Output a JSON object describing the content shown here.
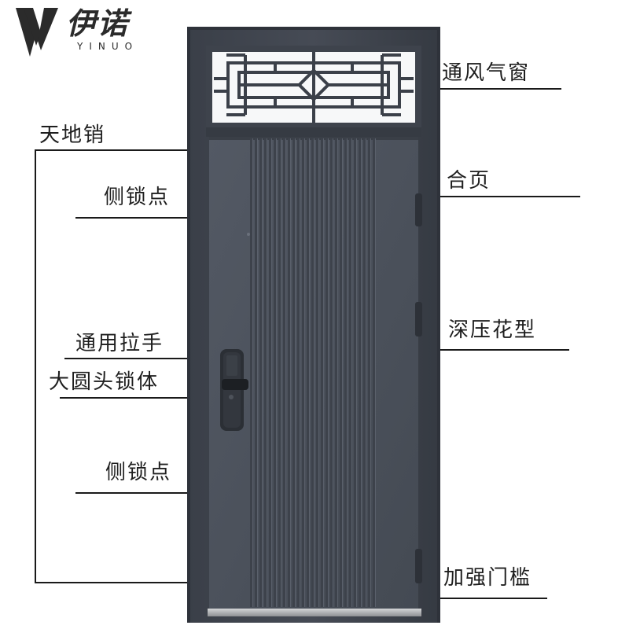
{
  "brand": {
    "name_cn": "伊诺",
    "name_en": "YINUO"
  },
  "labels": {
    "vent_window": "通风气窗",
    "hinge": "合页",
    "deep_pressed_pattern": "深压花型",
    "reinforced_threshold": "加强门槛",
    "top_bottom_bolt": "天地销",
    "side_lock_point_upper": "侧锁点",
    "universal_handle": "通用拉手",
    "round_head_lock_body": "大圆头锁体",
    "side_lock_point_lower": "侧锁点"
  },
  "colors": {
    "door_panel": "#4c525d",
    "door_frame": "#3c414a",
    "grooves_dark": "#3d424b",
    "grooves_light": "#5a606b",
    "transom_glass": "#f7f8f9",
    "threshold": "#a8aaad",
    "annotation_line": "#1a1a1a"
  }
}
